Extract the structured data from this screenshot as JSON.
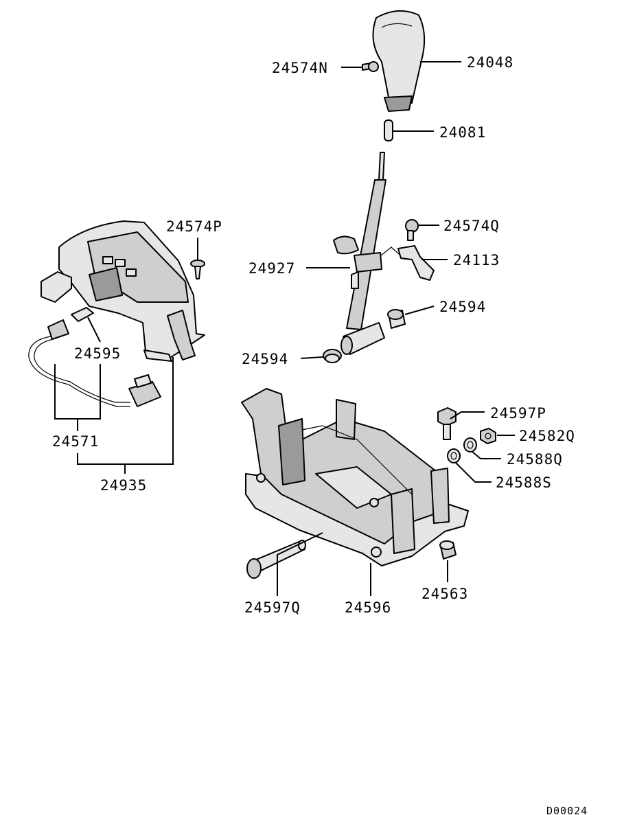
{
  "labels": {
    "p24574N": "24574N",
    "p24048": "24048",
    "p24081": "24081",
    "p24574P": "24574P",
    "p24574Q": "24574Q",
    "p24927": "24927",
    "p24113": "24113",
    "p24594a": "24594",
    "p24594b": "24594",
    "p24595": "24595",
    "p24571": "24571",
    "p24935": "24935",
    "p24597P": "24597P",
    "p24582Q": "24582Q",
    "p24588Q": "24588Q",
    "p24588S": "24588S",
    "p24563": "24563",
    "p24597Q": "24597Q",
    "p24596": "24596"
  },
  "diagram_code": "D00024"
}
